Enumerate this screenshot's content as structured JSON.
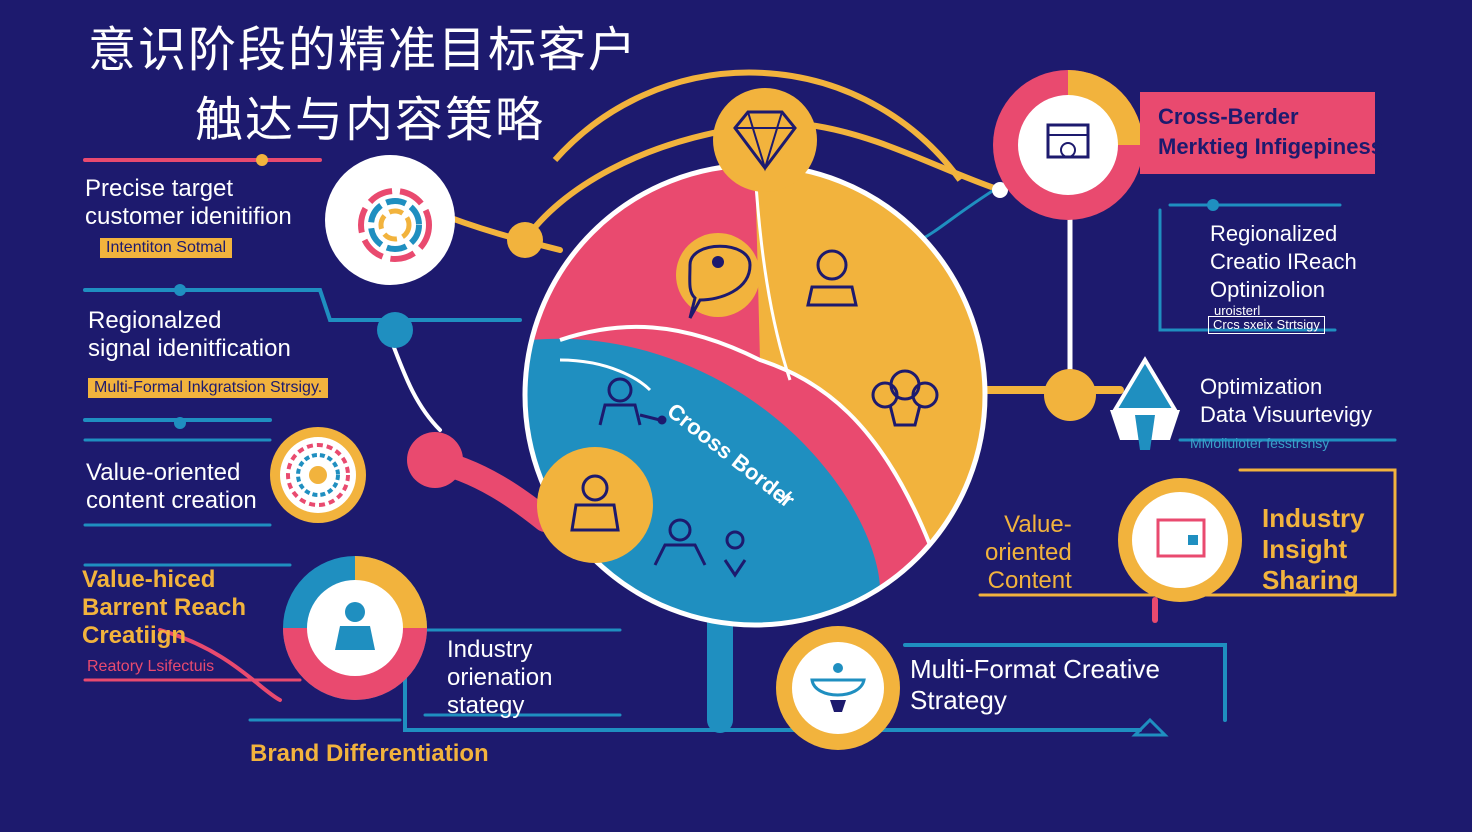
{
  "title": {
    "line1": "意识阶段的精准目标客户",
    "line2": "触达与内容策略"
  },
  "center": {
    "label": "Crooss Borde̸r"
  },
  "left": {
    "precise": "Precise target\ncustomer idenitifion",
    "precise_tag": "Intentiton Sotmal",
    "regional": "Regionalzed\nsignal idenitfication",
    "regional_tag": "Multi-Formal Inkgratsion Strsigy.",
    "value": "Value-oriented\ncontent creation",
    "valuepriced": "Value-hiced\nBarrent Reach\nCreatiign",
    "valuepriced_tag": "Reatory Lsifectuis",
    "industry": "Industry\norienation\nstategy",
    "brand": "Brand Differentiation"
  },
  "right": {
    "crossborder": "Cross-Berder\nMerktieg Infigepiness",
    "regional_reach": "Regionalized\nCreatio IReach\nOptinizolion",
    "regional_tag_top": "uroisterl",
    "regional_tag": "Crcs sxeix Strtsigy",
    "optimization": "Optimization\nData Visuurtevigy",
    "optimization_tag": "MMoiiuioter fesstrsnsy",
    "value_content": "Value-\noriented\nContent",
    "industry_insight": "Industry\nInsight\nSharing",
    "multiformat": "Multi-Format Creative\nStrategy"
  },
  "colors": {
    "background": "#1d1a6e",
    "pink": "#e94a6f",
    "yellow": "#f2b33d",
    "blue": "#1f8fc0",
    "white": "#ffffff"
  },
  "icons": [
    "diamond-icon",
    "concentric-icon",
    "person-icon",
    "bubble-icon",
    "flower-icon",
    "presenter-icon",
    "document-icon",
    "rocket-icon",
    "board-icon",
    "trophy-icon",
    "fan-icon",
    "brain-icon",
    "mandala-icon"
  ]
}
